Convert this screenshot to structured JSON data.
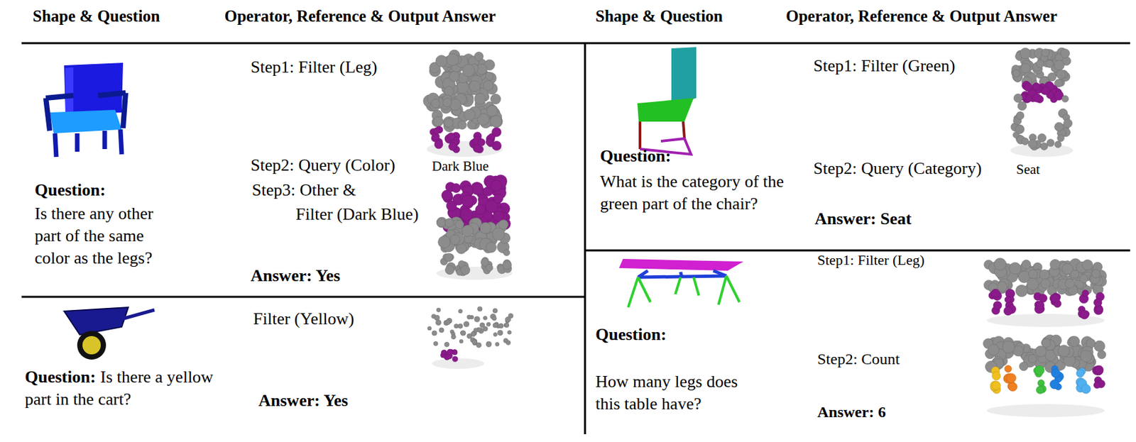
{
  "diagram": {
    "labels": [
      "Shape & Question",
      "Operator, Reference & Output Answer",
      "Shape & Question",
      "Operator, Reference & Output Answer",
      "Step1: Filter (Leg)",
      "Step2: Query (Color)",
      "Dark Blue",
      "Step3: Other &",
      "Filter (Dark Blue)",
      "Question:",
      "Is there any other part of the same color as the legs?",
      "Answer: Yes",
      "Step1: Filter (Green)",
      "Question:",
      "What is the category of the green part of the chair?",
      "Step2: Query (Category)",
      "Seat",
      "Answer: Seat",
      "Filter (Yellow)",
      "Question:",
      "Is there a yellow part in the cart?",
      "Answer: Yes",
      "Step1: Filter (Leg)",
      "Question:",
      "How many legs does this table have?",
      "Step2: Count",
      "Answer: 6"
    ]
  }
}
